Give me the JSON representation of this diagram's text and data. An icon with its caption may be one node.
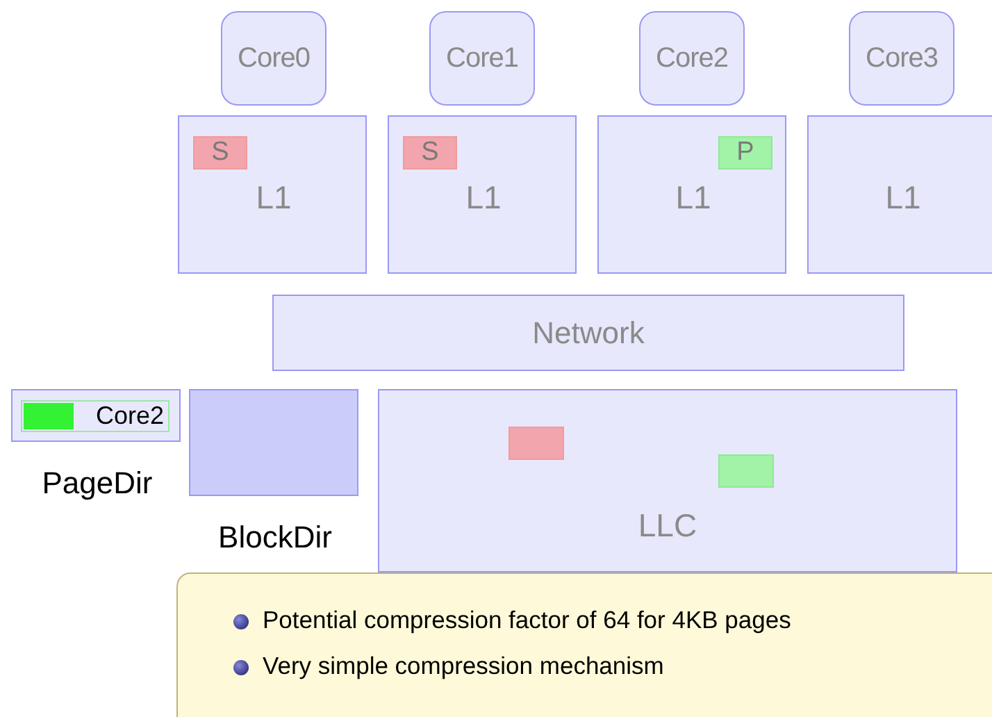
{
  "diagram": {
    "nodes": [
      {
        "text": [
          "Core0"
        ]
      },
      {
        "text": [
          "Core1"
        ]
      },
      {
        "text": [
          "Core2"
        ]
      },
      {
        "text": [
          "Core3"
        ]
      },
      {
        "text": [
          "L1"
        ]
      },
      {
        "text": [
          "S"
        ],
        "in": 4
      },
      {
        "text": [
          "L1"
        ]
      },
      {
        "text": [
          "S"
        ],
        "in": 6
      },
      {
        "text": [
          "L1"
        ]
      },
      {
        "text": [
          "P"
        ],
        "in": 8
      },
      {
        "text": [
          "L1"
        ]
      },
      {
        "text": [
          "Network"
        ]
      },
      {
        "text": [
          "PageDir"
        ]
      },
      {
        "text": [
          "Core2"
        ],
        "in": 12
      },
      {
        "text": [
          "BlockDir"
        ]
      },
      {
        "text": [
          "LLC"
        ]
      },
      {
        "text": [],
        "shape": "box",
        "in": 15
      },
      {
        "text": [],
        "shape": "box",
        "in": 15
      },
      {
        "text": [
          "Potential compression factor of 64 for 4KB pages",
          "Very simple compression mechanism"
        ]
      }
    ]
  }
}
